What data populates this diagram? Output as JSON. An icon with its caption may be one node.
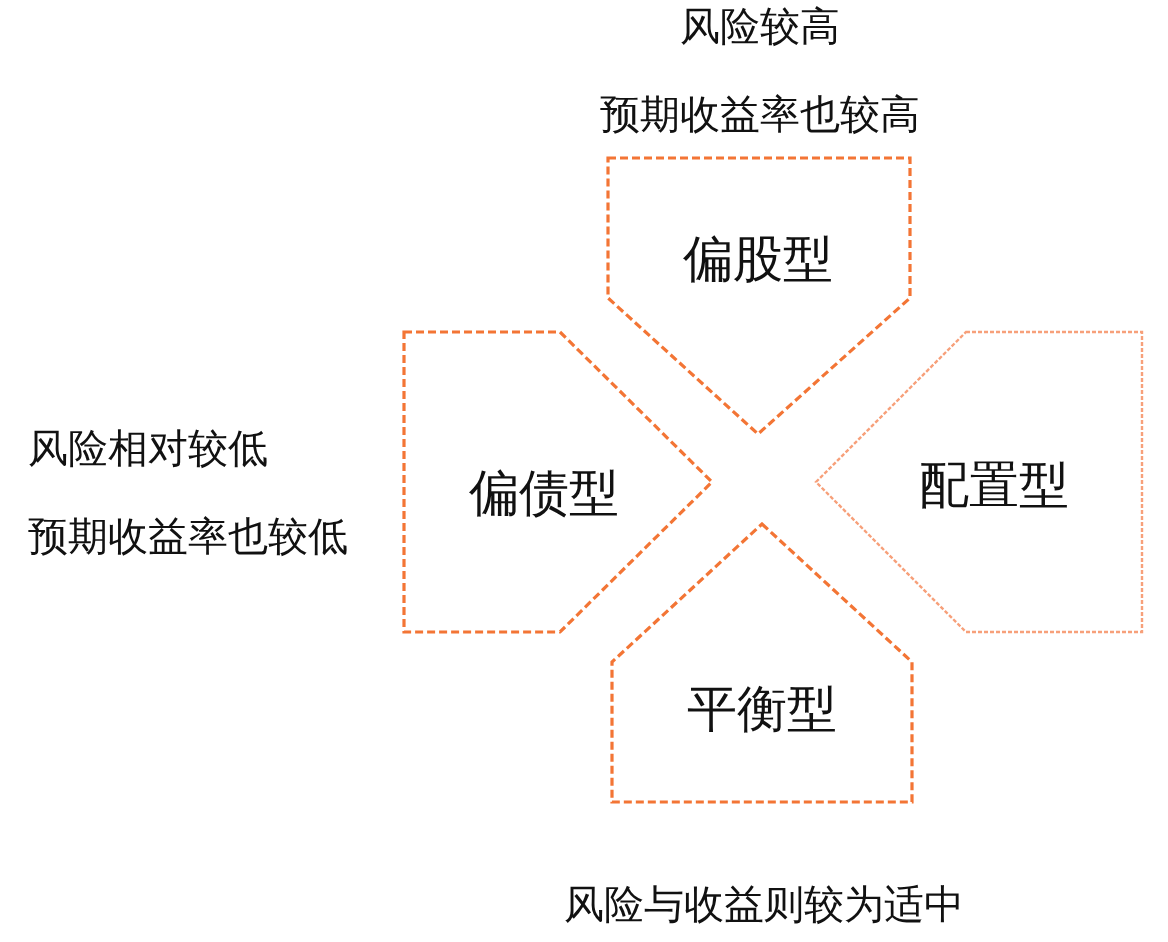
{
  "diagram": {
    "nodes": [
      {
        "text": [
          "偏股型"
        ],
        "beside": [
          "风险较高",
          "预期收益率也较高"
        ]
      },
      {
        "text": [
          "偏债型"
        ],
        "beside": [
          "风险相对较低",
          "预期收益率也较低"
        ]
      },
      {
        "text": [
          "配置型"
        ]
      },
      {
        "text": [
          "平衡型"
        ],
        "beside": [
          "风险与收益则较为适中"
        ]
      }
    ]
  }
}
